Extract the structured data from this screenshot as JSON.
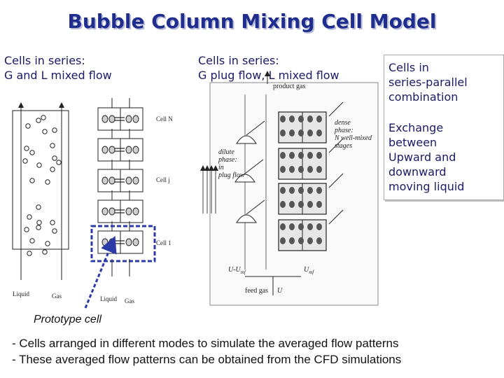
{
  "title": "Bubble Column Mixing Cell Model",
  "labels": {
    "left": [
      "Cells in series:",
      "G and L mixed flow"
    ],
    "middle": [
      "Cells in series:",
      "G plug flow, L mixed flow"
    ],
    "right_top": [
      "Cells in",
      "series-parallel",
      "combination"
    ],
    "right_bottom": [
      "Exchange",
      "between",
      "Upward and",
      "downward",
      "moving liquid"
    ]
  },
  "diagram_a": {
    "liquid": "Liquid",
    "gas": "Gas"
  },
  "diagram_b": {
    "cell_n": "Cell N",
    "cell_j": "Cell j",
    "cell_1": "Cell 1",
    "liquid": "Liquid",
    "gas": "Gas"
  },
  "diagram_c": {
    "product_gas": "product gas",
    "dilute": [
      "dilute",
      "phase:",
      "in",
      "plug flow"
    ],
    "dense": [
      "dense",
      "phase:",
      "N well-mixed",
      "stages"
    ],
    "u_minus_umf": "U-U",
    "u_mf": "U",
    "feed_gas": "feed gas",
    "u": "U"
  },
  "prototype": "Prototype cell",
  "bullets": [
    "- Cells arranged in different modes to simulate the averaged flow patterns",
    "- These averaged flow patterns can be obtained from the CFD simulations"
  ],
  "colors": {
    "title": "#1f2d8f",
    "highlight": "#2c3aa8",
    "text": "#1a1a66"
  }
}
